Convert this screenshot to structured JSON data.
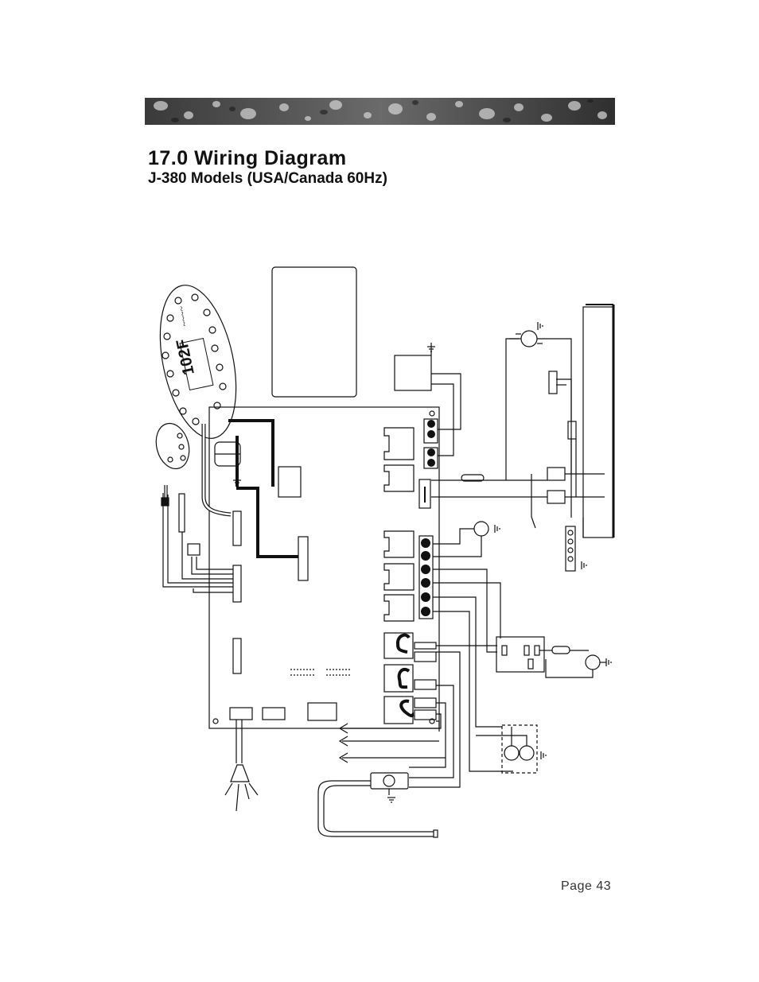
{
  "header": {
    "section_title": "17.0  Wiring Diagram",
    "subtitle": "J-380 Models (USA/Canada 60Hz)"
  },
  "diagram": {
    "control_panel_display": "102F",
    "icons": [
      "ground-icon",
      "motor-icon",
      "light-icon",
      "arrow-left-icon"
    ]
  },
  "footer": {
    "page_number": "Page 43"
  },
  "colors": {
    "line": "#111111",
    "banner_dark": "#2a2a2a",
    "banner_light": "#bdbdbd"
  }
}
